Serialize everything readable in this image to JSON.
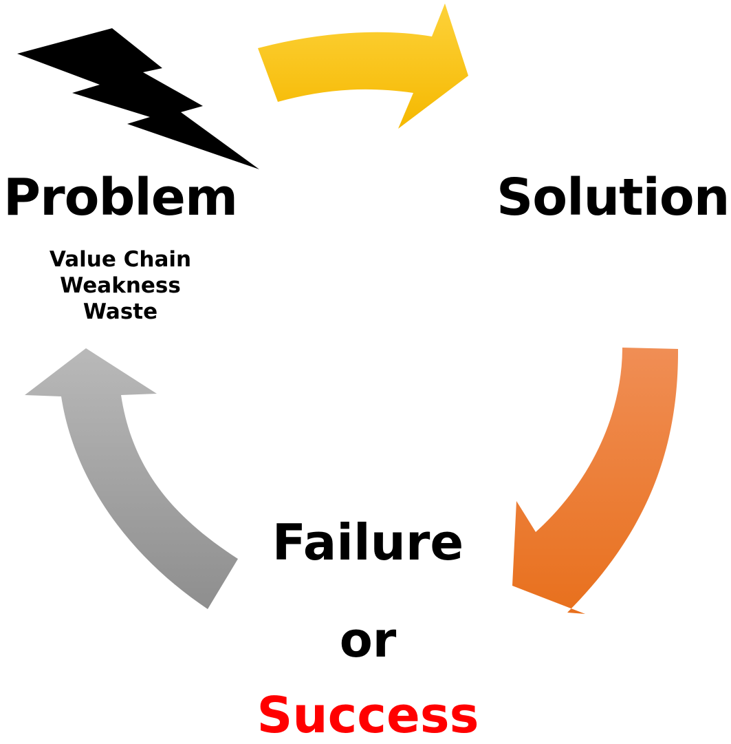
{
  "stages": {
    "problem": {
      "label": "Problem",
      "details": [
        "Value Chain",
        "Weakness",
        "Waste"
      ]
    },
    "solution": {
      "label": "Solution"
    },
    "outcome": {
      "line1": "Failure",
      "line2": "or",
      "line3": "Success"
    }
  },
  "icons": {
    "problem": "lightning-bolt-icon",
    "problem_to_solution": "curved-arrow-right-icon",
    "solution_to_outcome": "curved-arrow-down-icon",
    "outcome_to_problem": "curved-arrow-up-icon"
  },
  "colors": {
    "lightning": "#000000",
    "arrow_yellow": "#fcc10f",
    "arrow_orange": "#ef7a2c",
    "arrow_gray": "#a6a6a6",
    "text": "#000000",
    "success": "#ff0000"
  }
}
